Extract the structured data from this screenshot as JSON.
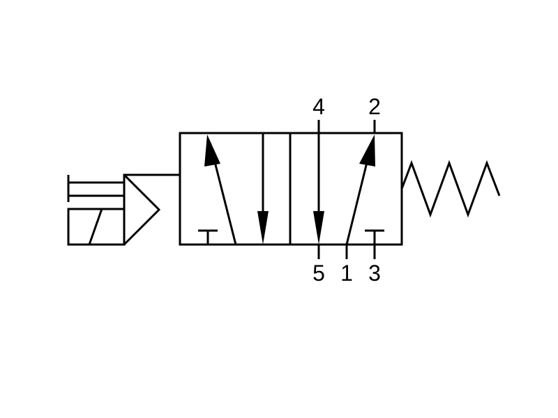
{
  "symbol": {
    "ports": {
      "p4": "4",
      "p2": "2",
      "p5": "5",
      "p1": "1",
      "p3": "3"
    },
    "actuator": "solenoid-pilot",
    "return": "spring"
  },
  "colors": {
    "stroke": "#000000",
    "background": "#ffffff"
  }
}
